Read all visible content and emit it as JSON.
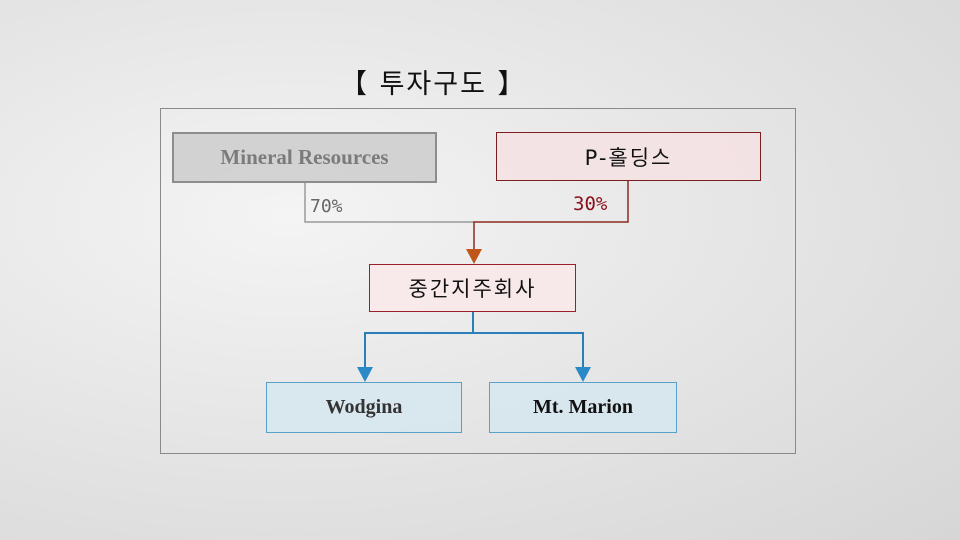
{
  "title": "【 투자구도 】",
  "nodes": {
    "mineral": "Mineral Resources",
    "pholding": "P-홀딩스",
    "intermediate": "중간지주회사",
    "wodgina": "Wodgina",
    "mt_marion": "Mt. Marion"
  },
  "stakes": {
    "mineral": "70%",
    "pholding": "30%"
  },
  "colors": {
    "gray": "#8d8d8d",
    "red": "#7a1e22",
    "orange_arrow": "#c0561a",
    "blue": "#2a7fb8"
  }
}
